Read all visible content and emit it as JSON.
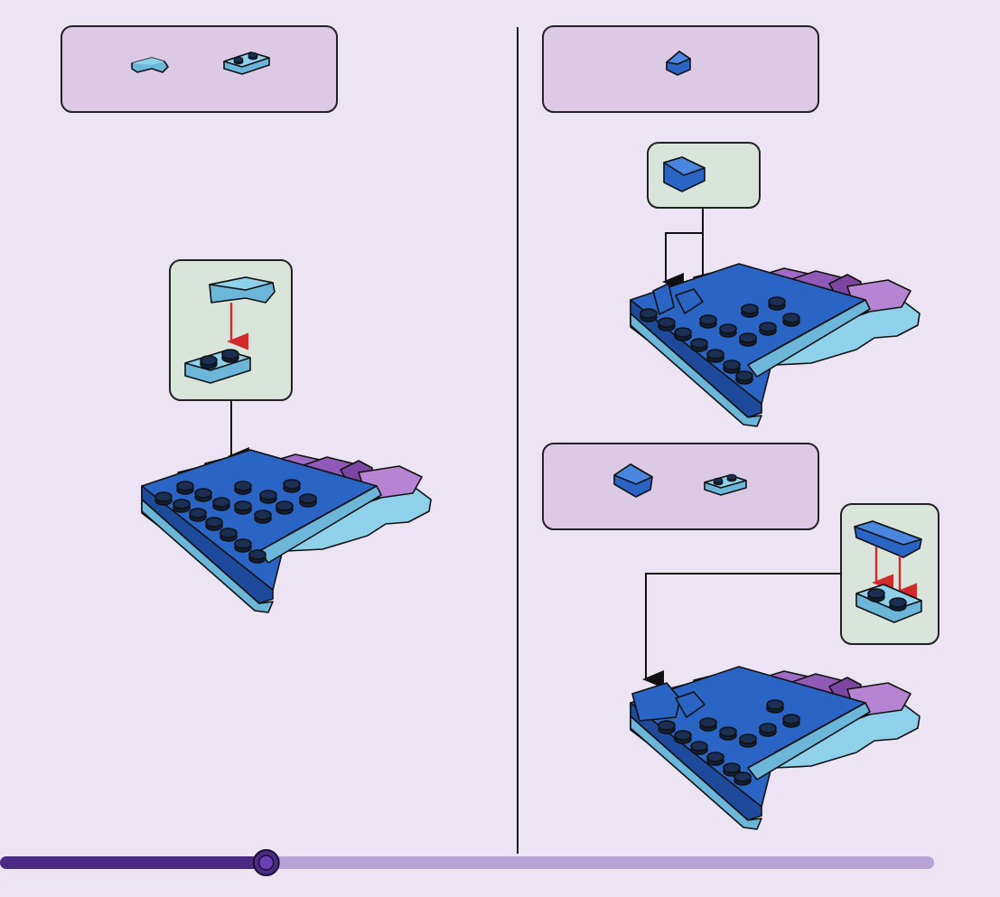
{
  "colors": {
    "background": "#ece3f3",
    "parts_panel": "#dcc9e6",
    "zoom_panel": "#d9e4db",
    "medium_azure": "#6bb6d9",
    "medium_azure_light": "#8fd0ea",
    "blue": "#2a64c4",
    "blue_dark": "#1d4a9a",
    "purple": "#a06bc4",
    "purple_light": "#b784d4",
    "arrow_red": "#d22a2a",
    "progress_filled": "#4b2a84",
    "progress_track": "#b7a3d6",
    "page_number_accent": "#f0c000"
  },
  "progress": {
    "fraction": 0.285
  },
  "steps": [
    {
      "id": "step-left",
      "parts": [
        "curved-slope-1x2-azure",
        "plate-1x2-azure"
      ],
      "zoom": [
        "curved-slope",
        "plate-1x2"
      ]
    },
    {
      "id": "step-right-top",
      "parts": [
        "slope-1x2-blue"
      ],
      "zoom": [
        "slope-1x2-blue"
      ]
    },
    {
      "id": "step-right-bottom",
      "parts": [
        "slope-1x2-blue",
        "plate-1x2-azure"
      ],
      "zoom": [
        "slope-1x2-blue",
        "plate-1x2"
      ]
    }
  ],
  "page_number": ""
}
